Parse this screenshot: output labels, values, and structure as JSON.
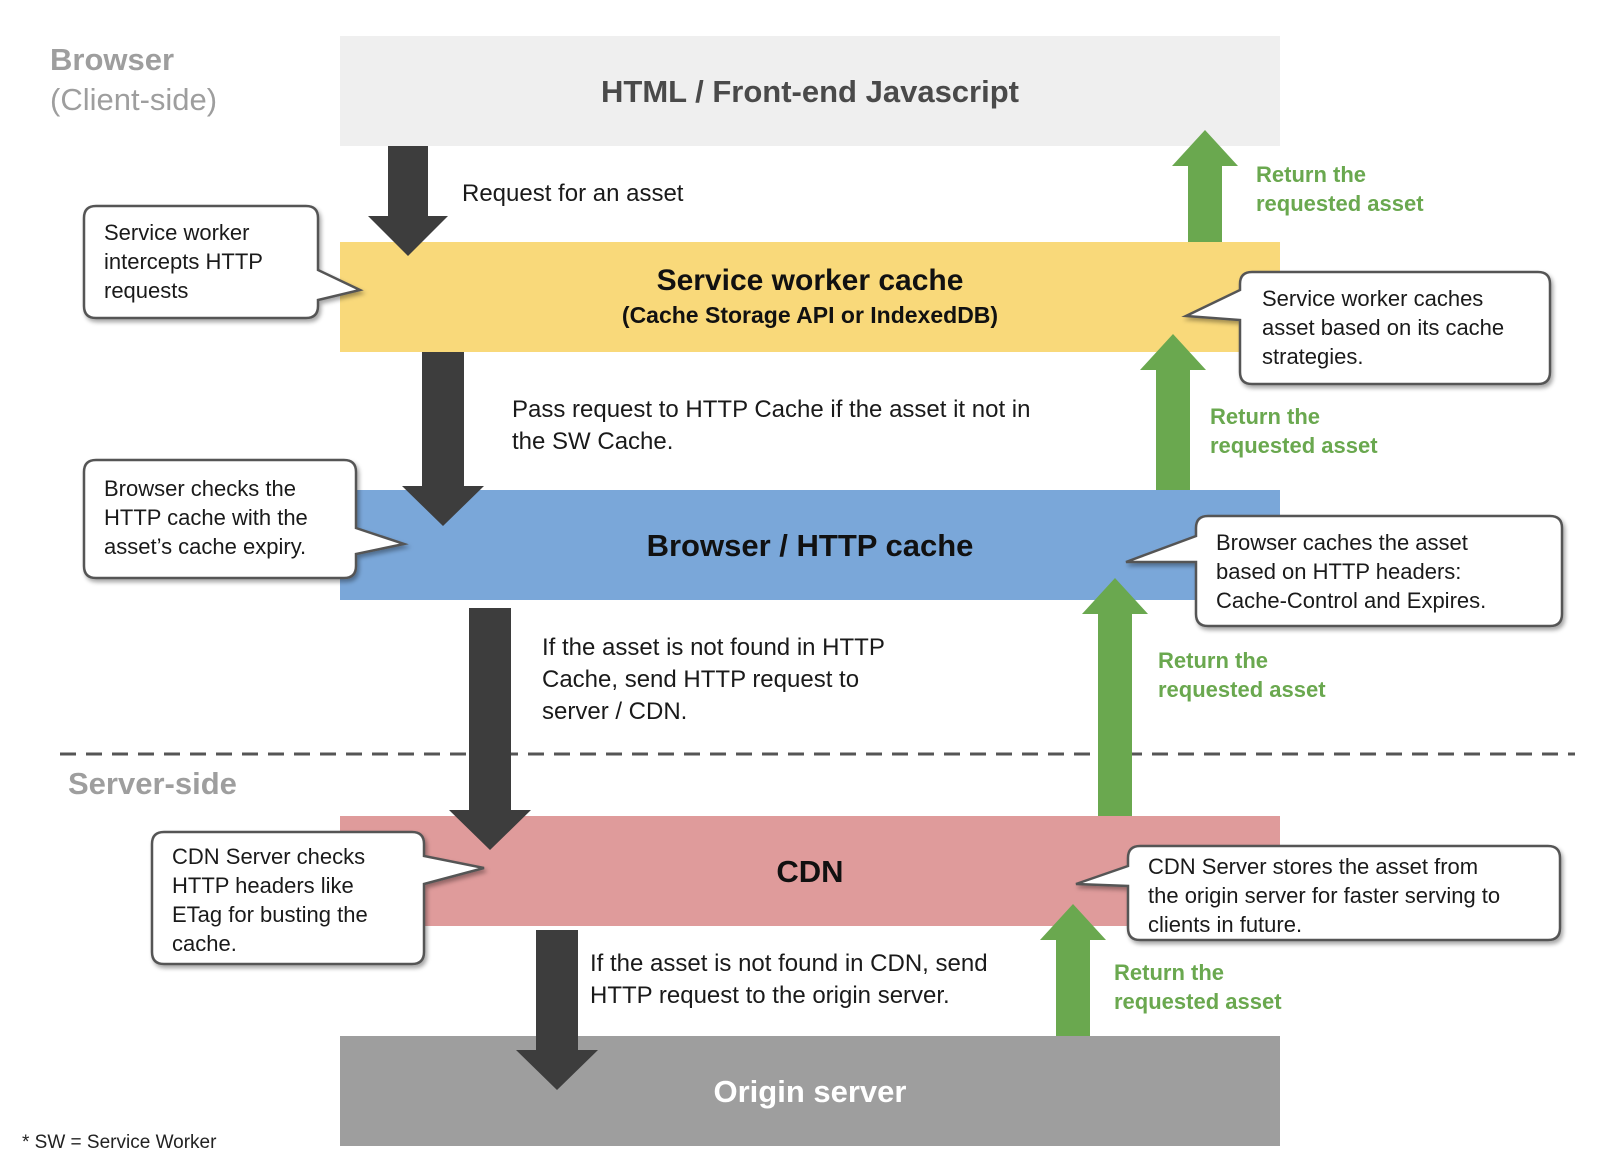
{
  "sides": {
    "client_title": "Browser",
    "client_subtitle": "(Client-side)",
    "server_title": "Server-side"
  },
  "layers": {
    "frontend": "HTML / Front-end Javascript",
    "sw_cache_title": "Service worker cache",
    "sw_cache_subtitle": "(Cache Storage API or IndexedDB)",
    "http_cache": "Browser / HTTP cache",
    "cdn": "CDN",
    "origin": "Origin server"
  },
  "steps": {
    "request": "Request for an asset",
    "pass_line1": "Pass request to HTTP Cache if the asset it not in",
    "pass_line2": "the SW Cache.",
    "http_line1": "If the asset is not found in HTTP",
    "http_line2": "Cache, send HTTP request to",
    "http_line3": "server / CDN.",
    "cdn_line1": "If the asset is not found in CDN, send",
    "cdn_line2": "HTTP request to the origin server."
  },
  "returns": {
    "line1": "Return the",
    "line2": "requested asset"
  },
  "callouts": {
    "sw_intercepts": [
      "Service worker",
      "intercepts HTTP",
      "requests"
    ],
    "sw_caches": [
      "Service worker caches",
      "asset based on its cache",
      "strategies."
    ],
    "browser_checks": [
      "Browser checks the",
      "HTTP cache with the",
      "asset’s cache expiry."
    ],
    "browser_caches": [
      "Browser caches the asset",
      "based on HTTP headers:",
      "Cache-Control and Expires."
    ],
    "cdn_checks": [
      "CDN Server checks",
      "HTTP headers like",
      "ETag for busting the",
      "cache."
    ],
    "cdn_stores": [
      "CDN Server stores the asset from",
      "the origin server for faster serving to",
      "clients in future."
    ]
  },
  "footnote": "* SW = Service Worker",
  "colors": {
    "frontend_bg": "#efefef",
    "sw_cache_bg": "#f9d97a",
    "http_cache_bg": "#7aa7d9",
    "cdn_bg": "#df9b9b",
    "origin_bg": "#9e9e9e",
    "down_arrow": "#3d3d3d",
    "return_arrow": "#6aa84f",
    "return_text": "#6aa84f"
  }
}
